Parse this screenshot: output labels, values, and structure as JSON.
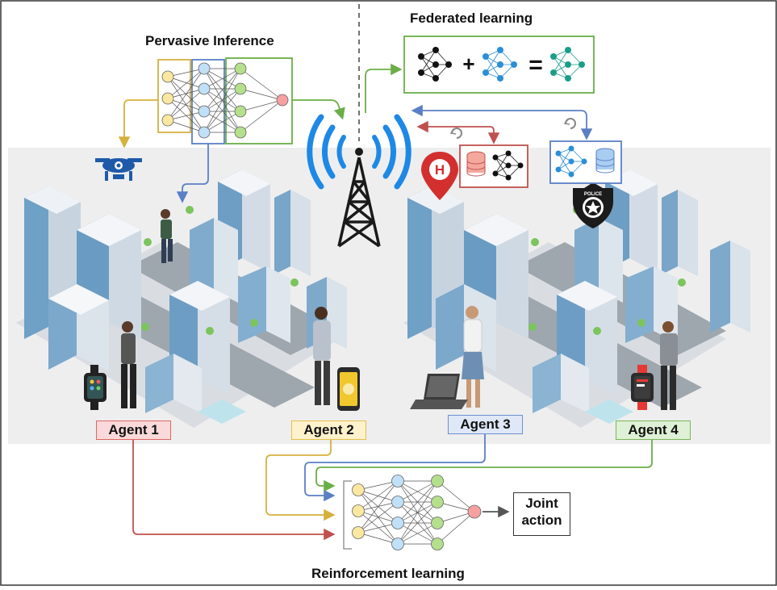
{
  "titles": {
    "pervasive": "Pervasive Inference",
    "federated": "Federated learning",
    "reinforcement": "Reinforcement learning",
    "joint_line1": "Joint",
    "joint_line2": "action",
    "police": "POLICE"
  },
  "agents": [
    {
      "label": "Agent 1",
      "color": "#f9d9d9",
      "border": "#e06666"
    },
    {
      "label": "Agent 2",
      "color": "#fdf2cc",
      "border": "#e8c04a"
    },
    {
      "label": "Agent 3",
      "color": "#dfe8f7",
      "border": "#6d8fd0"
    },
    {
      "label": "Agent 4",
      "color": "#def0d5",
      "border": "#7cb55a"
    }
  ],
  "colors": {
    "red_arrow": "#c0504d",
    "yellow_arrow": "#d6b03c",
    "blue_arrow": "#5b7fc6",
    "green_arrow": "#6aae47",
    "node_yellow": "#fbe8a0",
    "node_blue": "#bfe0f7",
    "node_green": "#b4e08c",
    "node_red": "#f7a0a0",
    "tower_blue": "#1e88e5",
    "hospital_red": "#d32f2f"
  },
  "icons": [
    "drone-icon",
    "smartwatch-icon",
    "smartphone-icon",
    "laptop-icon",
    "hospital-pin-icon",
    "database-icon",
    "police-badge-icon",
    "cell-tower-icon",
    "refresh-icon"
  ]
}
